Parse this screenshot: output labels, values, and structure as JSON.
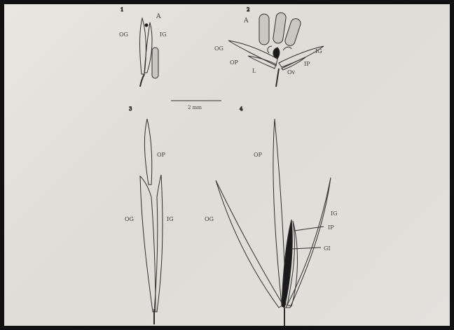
{
  "figure": {
    "panels": [
      {
        "id": "1",
        "labels": {
          "anther": "A",
          "outer_glume": "OG",
          "inner_glume": "IG"
        }
      },
      {
        "id": "2",
        "labels": {
          "anther": "A",
          "outer_glume": "OG",
          "inner_glume": "IG",
          "outer_palea": "OP",
          "inner_palea": "IP",
          "lodicule": "L",
          "ovary": "Ov"
        }
      },
      {
        "id": "3",
        "labels": {
          "outer_palea": "OP",
          "outer_glume": "OG",
          "inner_glume": "IG"
        }
      },
      {
        "id": "4",
        "labels": {
          "outer_palea": "OP",
          "outer_glume": "OG",
          "inner_glume": "IG",
          "inner_palea": "IP",
          "grain": "GI"
        }
      }
    ],
    "scale_bar": {
      "label": "2 mm"
    }
  },
  "colors": {
    "line": "#2e2e2e",
    "fill_light": "#c9c7c2",
    "fill_dark": "#1a1a1a",
    "background": "#e3e1dc"
  }
}
